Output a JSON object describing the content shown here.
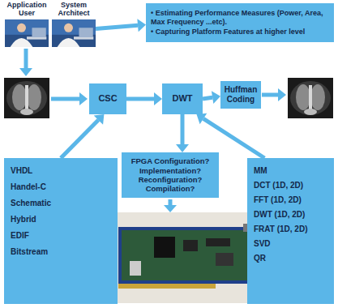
{
  "diagram": {
    "nodes": [
      {
        "text": [
          "Application User"
        ]
      },
      {
        "text": [
          "System Architect"
        ]
      },
      {
        "text": [
          "• Estimating Performance Measures (Power, Area, Max Frequency ...etc).",
          "• Capturing Platform Features at higher level"
        ]
      },
      {
        "text": [
          "CSC"
        ]
      },
      {
        "text": [
          "DWT"
        ]
      },
      {
        "text": [
          "Huffman Coding"
        ]
      },
      {
        "text": [
          "VHDL",
          "Handel-C",
          "Schematic",
          "Hybrid",
          "EDIF",
          "Bitstream"
        ]
      },
      {
        "text": [
          "FPGA Configuration?",
          "Implementation?",
          "Reconfiguration?",
          "Compilation?"
        ]
      },
      {
        "text": [
          "MM",
          "DCT (1D, 2D)",
          "FFT (1D, 2D)",
          "DWT (1D, 2D)",
          "FRAT (1D, 2D)",
          "SVD",
          "QR"
        ]
      }
    ],
    "edges": [
      {
        "from": 1,
        "to": 2,
        "arrow": "to"
      },
      {
        "from": 3,
        "to": 4,
        "arrow": "to"
      },
      {
        "from": 4,
        "to": 5,
        "arrow": "to"
      },
      {
        "from": 6,
        "to": 3,
        "arrow": "to"
      },
      {
        "from": 4,
        "to": 7,
        "arrow": "to"
      },
      {
        "from": 8,
        "to": 4,
        "arrow": "to"
      }
    ]
  }
}
